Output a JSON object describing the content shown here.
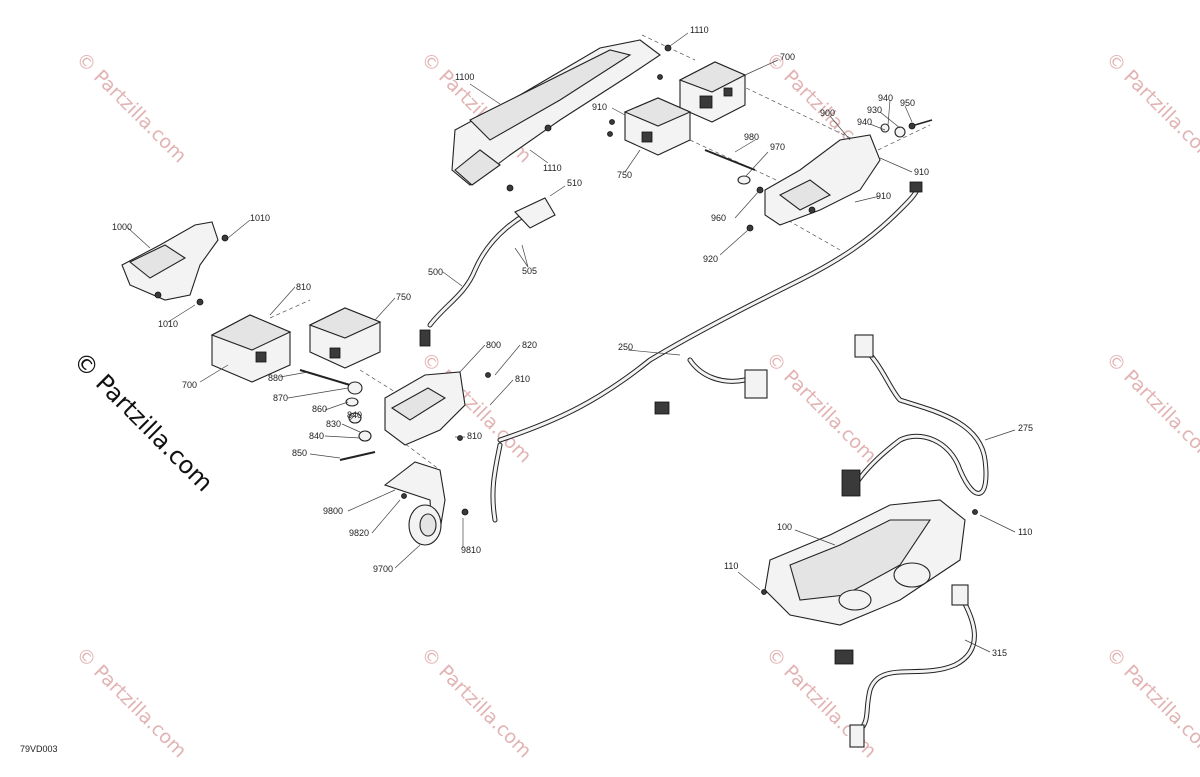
{
  "diagram": {
    "doc_code": "79VD003",
    "watermark": "© Partzilla.com",
    "side_watermark": "© Partzilla.com",
    "callouts": [
      {
        "id": "c1110a",
        "text": "1110"
      },
      {
        "id": "c1100",
        "text": "1100"
      },
      {
        "id": "c1110b",
        "text": "1110"
      },
      {
        "id": "c700a",
        "text": "700"
      },
      {
        "id": "c910a",
        "text": "910"
      },
      {
        "id": "c750a",
        "text": "750"
      },
      {
        "id": "c980",
        "text": "980"
      },
      {
        "id": "c970",
        "text": "970"
      },
      {
        "id": "c900",
        "text": "900"
      },
      {
        "id": "c940a",
        "text": "940"
      },
      {
        "id": "c930",
        "text": "930"
      },
      {
        "id": "c950",
        "text": "950"
      },
      {
        "id": "c940b",
        "text": "940"
      },
      {
        "id": "c910b",
        "text": "910"
      },
      {
        "id": "c910c",
        "text": "910"
      },
      {
        "id": "c960",
        "text": "960"
      },
      {
        "id": "c920",
        "text": "920"
      },
      {
        "id": "c510",
        "text": "510"
      },
      {
        "id": "c505",
        "text": "505"
      },
      {
        "id": "c500",
        "text": "500"
      },
      {
        "id": "c1000",
        "text": "1000"
      },
      {
        "id": "c1010a",
        "text": "1010"
      },
      {
        "id": "c1010b",
        "text": "1010"
      },
      {
        "id": "c810a",
        "text": "810"
      },
      {
        "id": "c750b",
        "text": "750"
      },
      {
        "id": "c700b",
        "text": "700"
      },
      {
        "id": "c880",
        "text": "880"
      },
      {
        "id": "c870",
        "text": "870"
      },
      {
        "id": "c860",
        "text": "860"
      },
      {
        "id": "c840a",
        "text": "840"
      },
      {
        "id": "c830",
        "text": "830"
      },
      {
        "id": "c840b",
        "text": "840"
      },
      {
        "id": "c850",
        "text": "850"
      },
      {
        "id": "c800",
        "text": "800"
      },
      {
        "id": "c820",
        "text": "820"
      },
      {
        "id": "c810b",
        "text": "810"
      },
      {
        "id": "c810c",
        "text": "810"
      },
      {
        "id": "c250",
        "text": "250"
      },
      {
        "id": "c9800",
        "text": "9800"
      },
      {
        "id": "c9820",
        "text": "9820"
      },
      {
        "id": "c9810",
        "text": "9810"
      },
      {
        "id": "c9700",
        "text": "9700"
      },
      {
        "id": "c275",
        "text": "275"
      },
      {
        "id": "c100",
        "text": "100"
      },
      {
        "id": "c110a",
        "text": "110"
      },
      {
        "id": "c110b",
        "text": "110"
      },
      {
        "id": "c315",
        "text": "315"
      }
    ]
  }
}
